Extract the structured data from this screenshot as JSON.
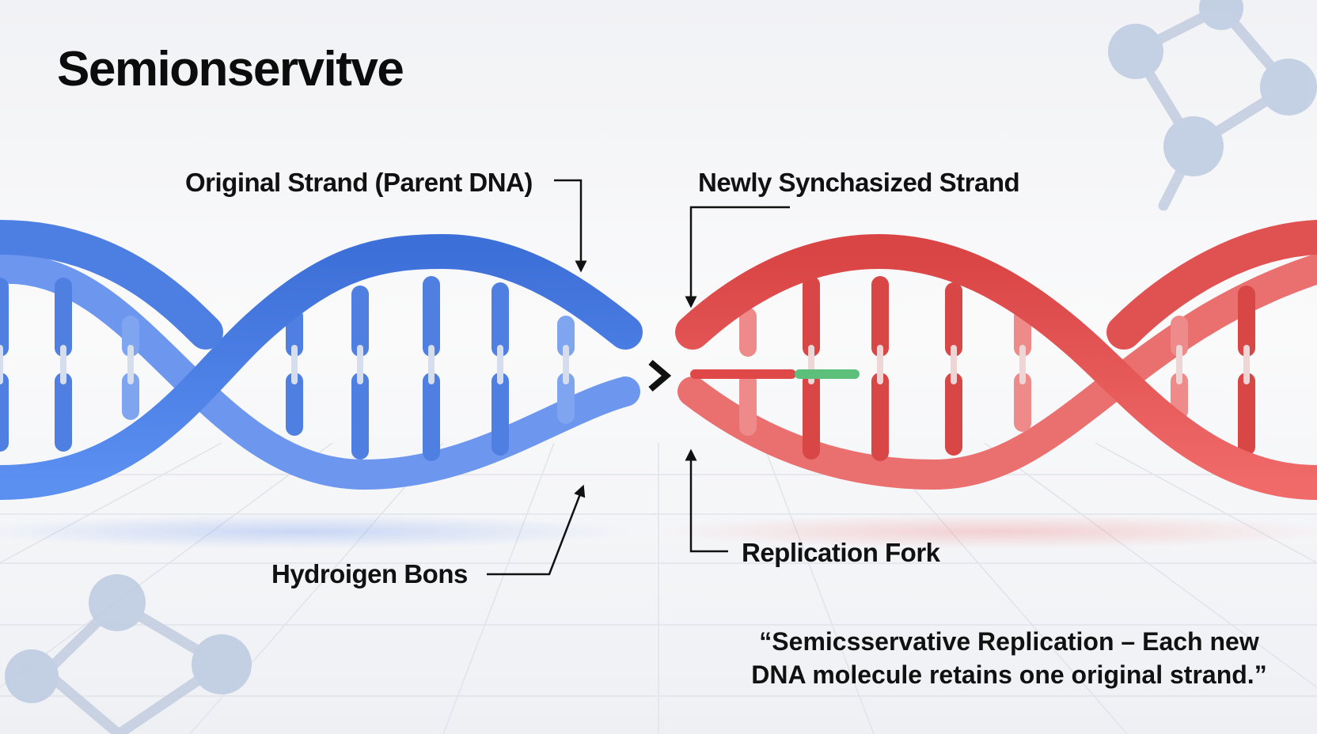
{
  "title": "Semionservitve",
  "labels": {
    "original_strand": "Original Strand (Parent DNA)",
    "new_strand": "Newly Synchasized Strand",
    "hydrogen_bonds": "Hydroigen Bons",
    "replication_fork": "Replication Fork"
  },
  "caption": {
    "line1": "“Semicsservative Replication – Each new",
    "line2": "DNA molecule retains one original strand.”"
  },
  "colors": {
    "parent_strand": "#4f7fe0",
    "new_strand": "#e65a5a",
    "primer_red": "#e04848",
    "primer_green": "#5cc07a",
    "molecule_icon": "#b9c6da"
  },
  "icons": [
    "molecule-icon",
    "fork-chevron-icon",
    "arrow-icon"
  ]
}
